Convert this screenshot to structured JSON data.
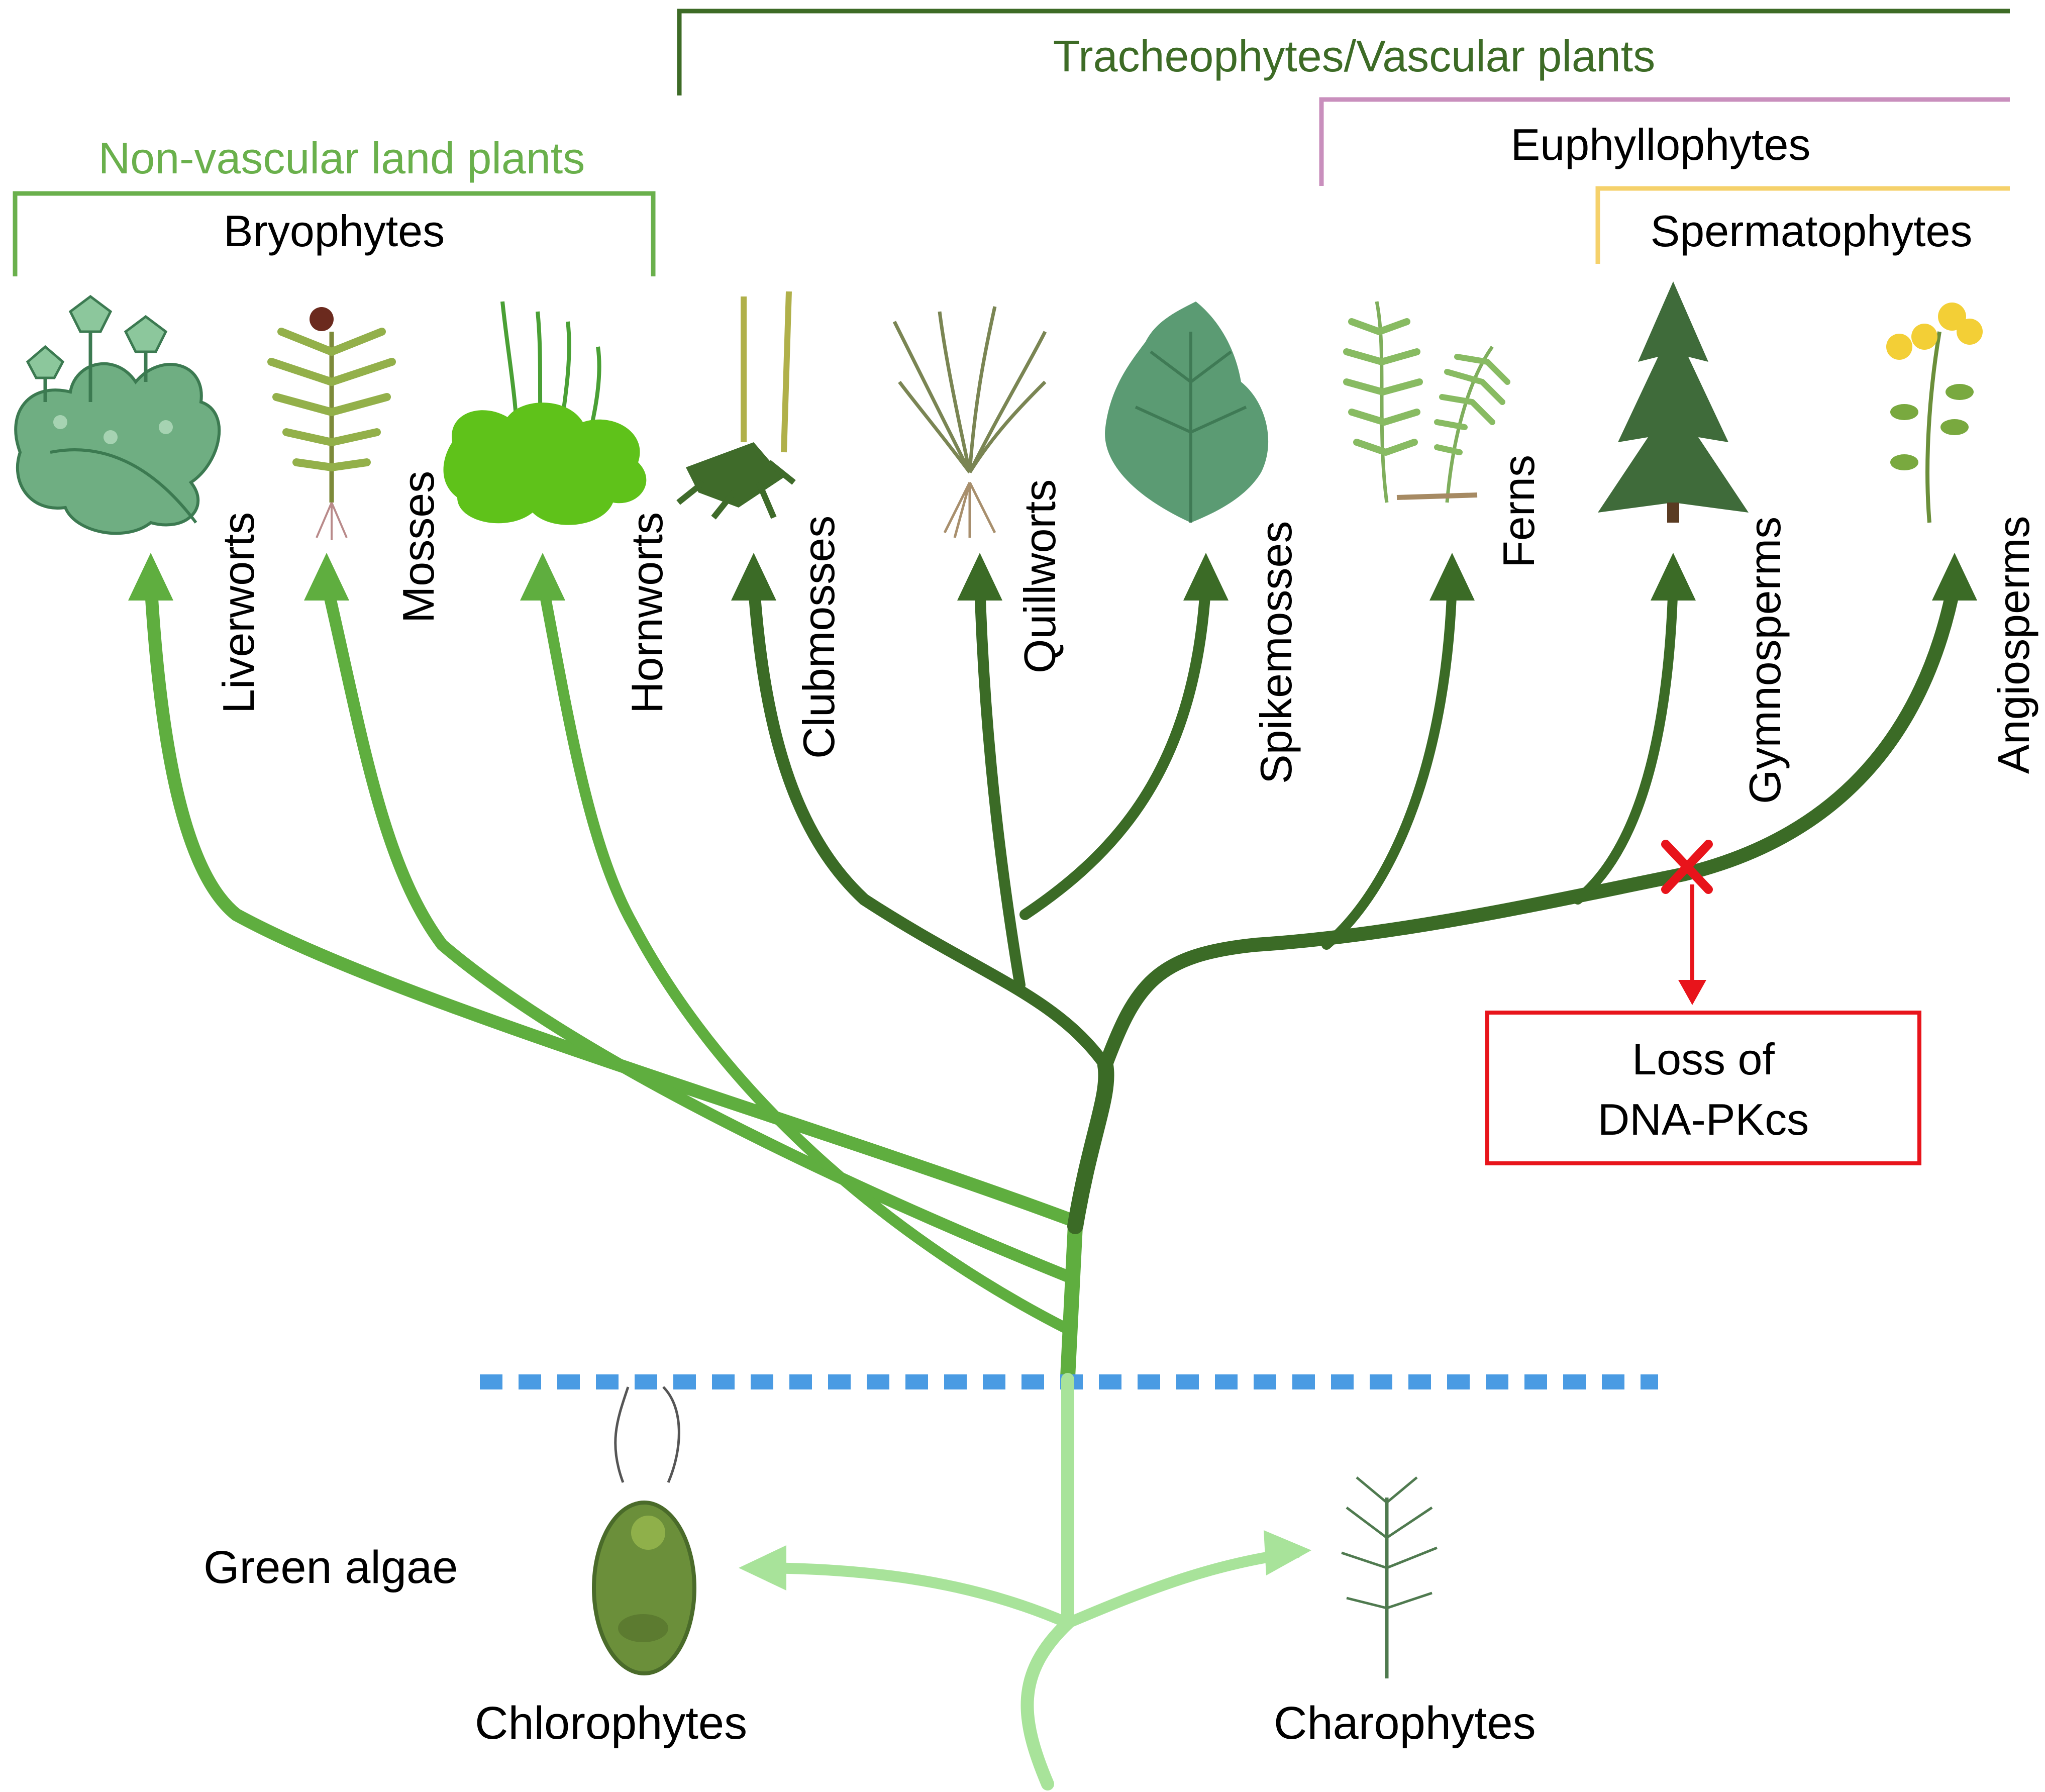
{
  "groups": {
    "tracheophytes": {
      "label": "Tracheophytes/Vascular plants",
      "color": "#3d6b26"
    },
    "non_vascular": {
      "label": "Non-vascular land plants",
      "color": "#6ab04c"
    },
    "bryophytes": {
      "label": "Bryophytes",
      "color": "#6ab04c"
    },
    "euphyllophytes": {
      "label": "Euphyllophytes",
      "color": "#c98fbd"
    },
    "spermatophytes": {
      "label": "Spermatophytes",
      "color": "#f5d16b"
    }
  },
  "taxa": [
    {
      "name": "Liverworts",
      "icon": "liverwort-icon"
    },
    {
      "name": "Mosses",
      "icon": "moss-icon"
    },
    {
      "name": "Hornworts",
      "icon": "hornwort-icon"
    },
    {
      "name": "Clubmosses",
      "icon": "clubmoss-icon"
    },
    {
      "name": "Quillworts",
      "icon": "quillwort-icon"
    },
    {
      "name": "Spikemosses",
      "icon": "spikemoss-icon"
    },
    {
      "name": "Ferns",
      "icon": "fern-icon"
    },
    {
      "name": "Gymnosperms",
      "icon": "conifer-icon"
    },
    {
      "name": "Angiosperms",
      "icon": "flowering-plant-icon"
    }
  ],
  "event": {
    "line1": "Loss of",
    "line2": "DNA-PKcs",
    "color": "#e8141b"
  },
  "algae": {
    "group_label": "Green algae",
    "chlorophytes": "Chlorophytes",
    "charophytes": "Charophytes"
  },
  "colors": {
    "bryophyte_branch": "#5fae3f",
    "vascular_branch": "#3b6b26",
    "algae_branch": "#a8e39a",
    "divider": "#4a9be3"
  }
}
